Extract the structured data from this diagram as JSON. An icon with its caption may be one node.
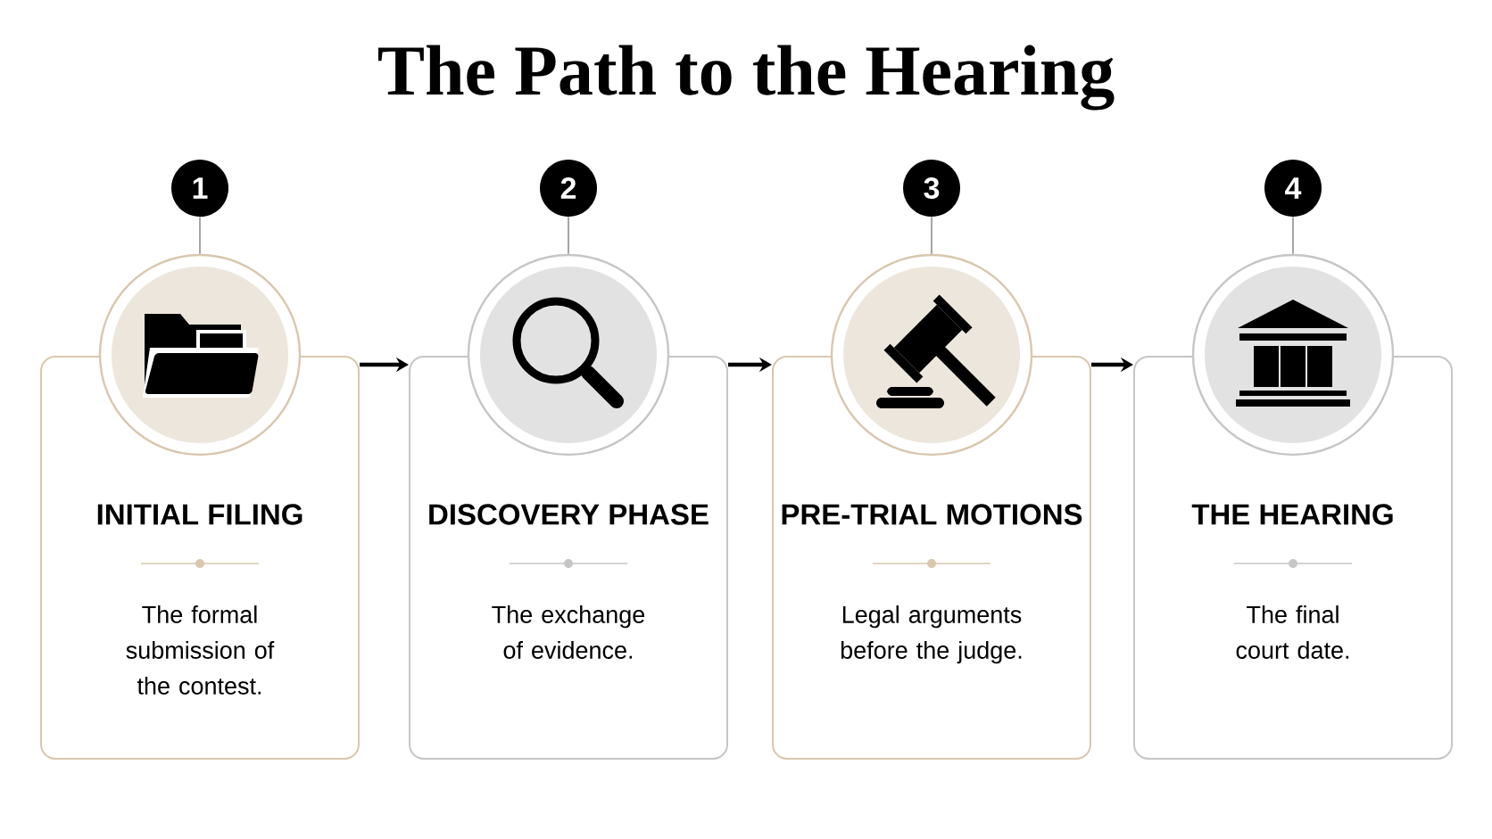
{
  "diagram": {
    "title": "The Path to the Hearing",
    "nodes": [
      {
        "text": [
          "1"
        ]
      },
      {
        "text": [],
        "shape": "circle"
      },
      {
        "text": [
          "INITIAL FILING",
          "The formal submission of the contest."
        ]
      },
      {
        "text": [
          "2"
        ]
      },
      {
        "text": [],
        "shape": "circle"
      },
      {
        "text": [
          "DISCOVERY PHASE",
          "The exchange of evidence."
        ]
      },
      {
        "text": [
          "3"
        ]
      },
      {
        "text": [],
        "shape": "circle"
      },
      {
        "text": [
          "PRE-TRIAL MOTIONS",
          "Legal arguments before the judge."
        ]
      },
      {
        "text": [
          "4"
        ]
      },
      {
        "text": [],
        "shape": "circle"
      },
      {
        "text": [
          "THE HEARING",
          "The final court date."
        ]
      }
    ],
    "edges": [
      {
        "from": 0,
        "to": 1,
        "arrow": "none"
      },
      {
        "from": 3,
        "to": 4,
        "arrow": "none"
      },
      {
        "from": 6,
        "to": 7,
        "arrow": "none"
      },
      {
        "from": 9,
        "to": 10,
        "arrow": "none"
      },
      {
        "from": 2,
        "to": 5,
        "arrow": "to",
        "color": "#000000"
      },
      {
        "from": 5,
        "to": 8,
        "arrow": "to",
        "color": "#000000"
      },
      {
        "from": 8,
        "to": 11,
        "arrow": "to",
        "color": "#000000"
      }
    ]
  }
}
